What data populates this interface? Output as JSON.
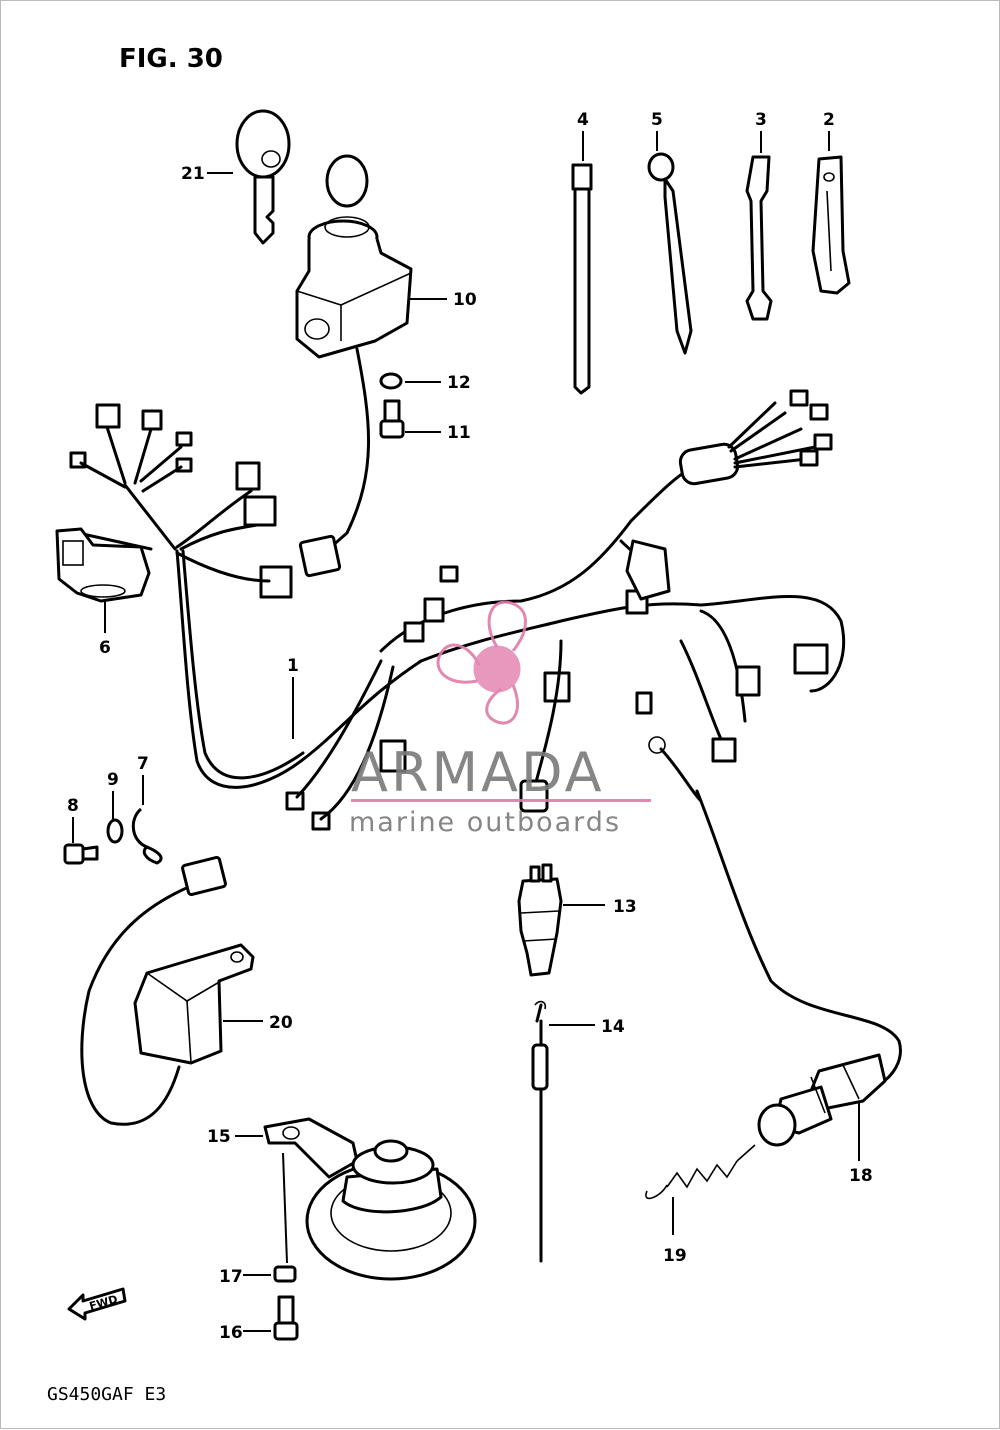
{
  "figure": {
    "title": "FIG. 30",
    "model_code": "GS450GAF E3",
    "direction_tag": "FWD"
  },
  "watermark": {
    "brand": "ARMADA",
    "tagline": "marine outboards",
    "color": "#e07aa8"
  },
  "callouts": {
    "p1": "1",
    "p2": "2",
    "p3": "3",
    "p4": "4",
    "p5": "5",
    "p6": "6",
    "p7": "7",
    "p8": "8",
    "p9": "9",
    "p10": "10",
    "p11": "11",
    "p12": "12",
    "p13": "13",
    "p14": "14",
    "p15": "15",
    "p16": "16",
    "p17": "17",
    "p18": "18",
    "p19": "19",
    "p20": "20",
    "p21": "21"
  }
}
